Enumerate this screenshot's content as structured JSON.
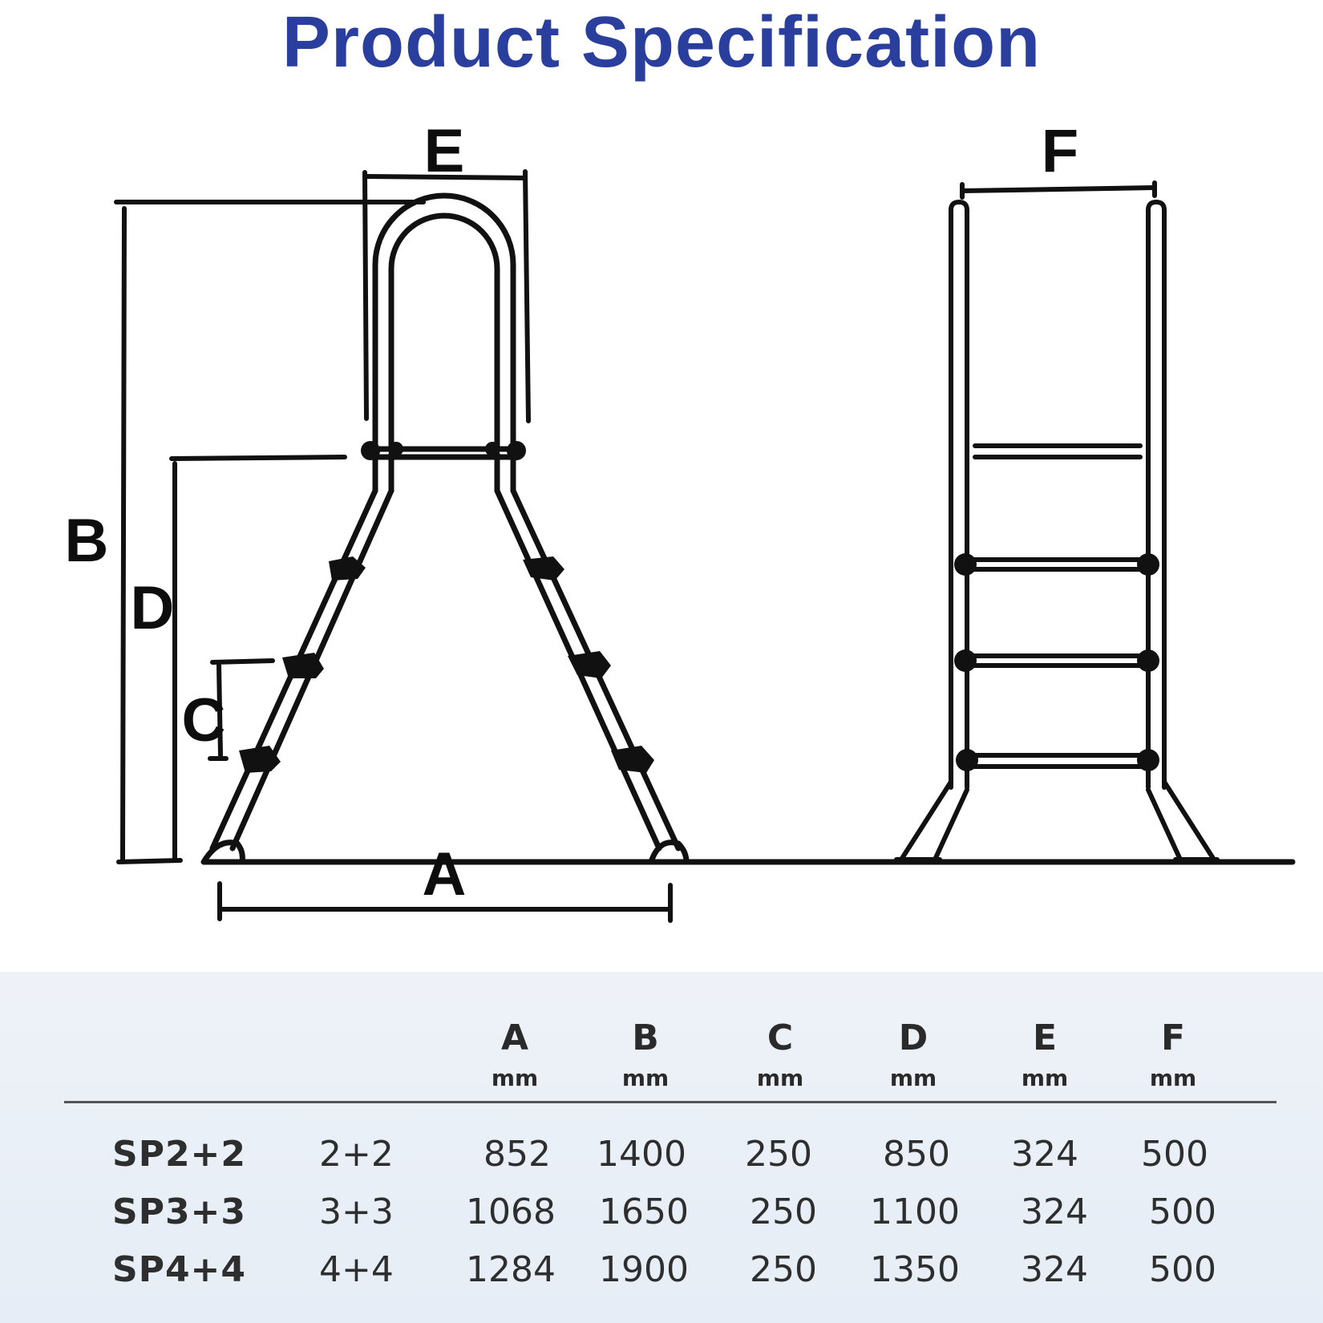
{
  "title": "Product Specification",
  "title_color": "#2a3f9d",
  "diagram_labels": {
    "a": "A",
    "b": "B",
    "c": "C",
    "d": "D",
    "e": "E",
    "f": "F"
  },
  "table": {
    "columns": [
      {
        "letter": "A",
        "unit": "mm"
      },
      {
        "letter": "B",
        "unit": "mm"
      },
      {
        "letter": "C",
        "unit": "mm"
      },
      {
        "letter": "D",
        "unit": "mm"
      },
      {
        "letter": "E",
        "unit": "mm"
      },
      {
        "letter": "F",
        "unit": "mm"
      }
    ],
    "rows": [
      {
        "model": "SP2+2",
        "steps": "2+2",
        "values": [
          "852",
          "1400",
          "250",
          "850",
          "324",
          "500"
        ]
      },
      {
        "model": "SP3+3",
        "steps": "3+3",
        "values": [
          "1068",
          "1650",
          "250",
          "1100",
          "324",
          "500"
        ]
      },
      {
        "model": "SP4+4",
        "steps": "4+4",
        "values": [
          "1284",
          "1900",
          "250",
          "1350",
          "324",
          "500"
        ]
      }
    ]
  }
}
